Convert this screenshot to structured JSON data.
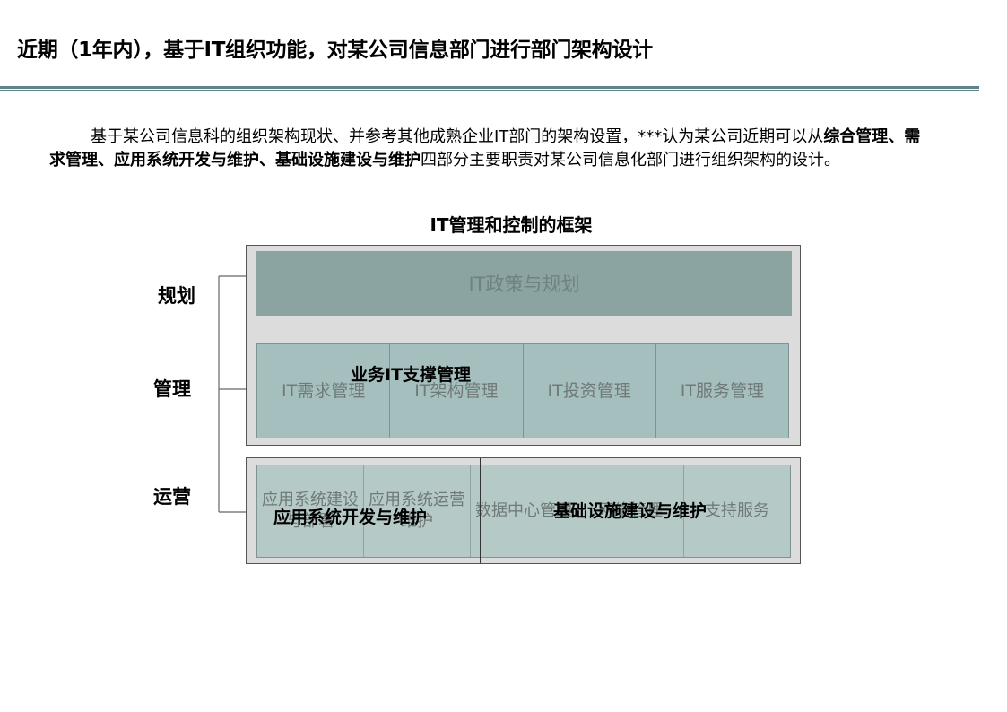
{
  "title": "近期（1年内），基于IT组织功能，对某公司信息部门进行部门架构设计",
  "intro": {
    "part1": "基于某公司信息科的组织架构现状、并参考其他成熟企业IT部门的架构设置，***认为某公司近期可以从",
    "bold": "综合管理、需求管理、应用系统开发与维护、基础设施建设与维护",
    "part2": "四部分主要职责对某公司信息化部门进行组织架构的设计。"
  },
  "framework": {
    "title": "IT管理和控制的框架",
    "side_labels": [
      "规划",
      "管理",
      "运营"
    ],
    "policy_label": "IT政策与规划",
    "management": {
      "overlay": "业务IT支撑管理",
      "cells": [
        "IT需求管理",
        "IT架构管理",
        "IT投资管理",
        "IT服务管理"
      ]
    },
    "operations": {
      "app_overlay": "应用系统开发与维护",
      "infra_overlay": "基础设施建设与维护",
      "cells": [
        "应用系统建设与部署",
        "应用系统运营维护",
        "数据中心管理",
        "网络管理",
        "支持服务"
      ]
    }
  },
  "colors": {
    "rule": "#5e8487",
    "policy_fill": "#8ba4a1",
    "mgmt_fill": "#a4bfbd",
    "ops_fill": "#b5c9c7",
    "panel_fill": "#dcdcdc"
  }
}
